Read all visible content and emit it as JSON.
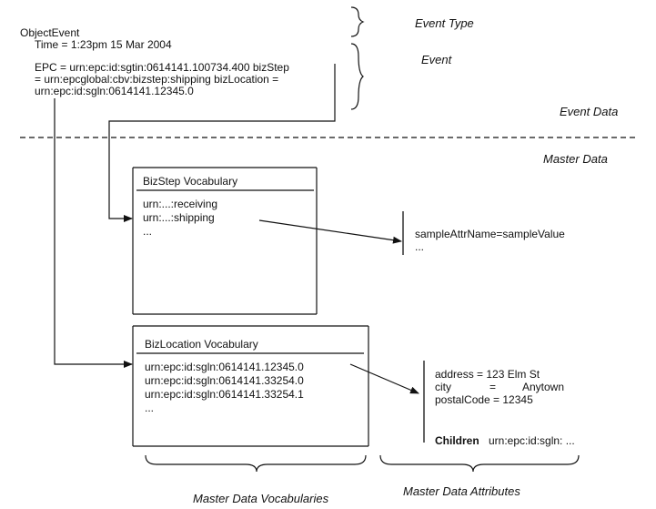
{
  "event": {
    "name": "ObjectEvent",
    "time": "Time = 1:23pm 15 Mar 2004",
    "epc_lines": [
      "EPC = urn:epc:id:sgtin:0614141.100734.400 bizStep",
      "= urn:epcglobal:cbv:bizstep:shipping bizLocation =",
      "urn:epc:id:sgln:0614141.12345.0"
    ]
  },
  "labels": {
    "event_type": "Event Type",
    "event": "Event",
    "event_data": "Event Data",
    "master_data": "Master Data",
    "vocabularies": "Master Data Vocabularies",
    "attributes": "Master Data Attributes"
  },
  "bizstep_vocab": {
    "title": "BizStep Vocabulary",
    "items": [
      "urn:...:receiving",
      "urn:...:shipping",
      "..."
    ]
  },
  "bizlocation_vocab": {
    "title": "BizLocation Vocabulary",
    "items": [
      "urn:epc:id:sgln:0614141.12345.0",
      "urn:epc:id:sgln:0614141.33254.0",
      "urn:epc:id:sgln:0614141.33254.1",
      "..."
    ]
  },
  "bizstep_attrs": {
    "items": [
      "sampleAttrName=sampleValue",
      "..."
    ]
  },
  "bizlocation_attrs": {
    "address": "address = 123 Elm St",
    "city_label": "city",
    "city_eq": "=",
    "city_value": "Anytown",
    "postal": "postalCode = 12345",
    "children_label": "Children",
    "children_value": "urn:epc:id:sgln: ..."
  }
}
